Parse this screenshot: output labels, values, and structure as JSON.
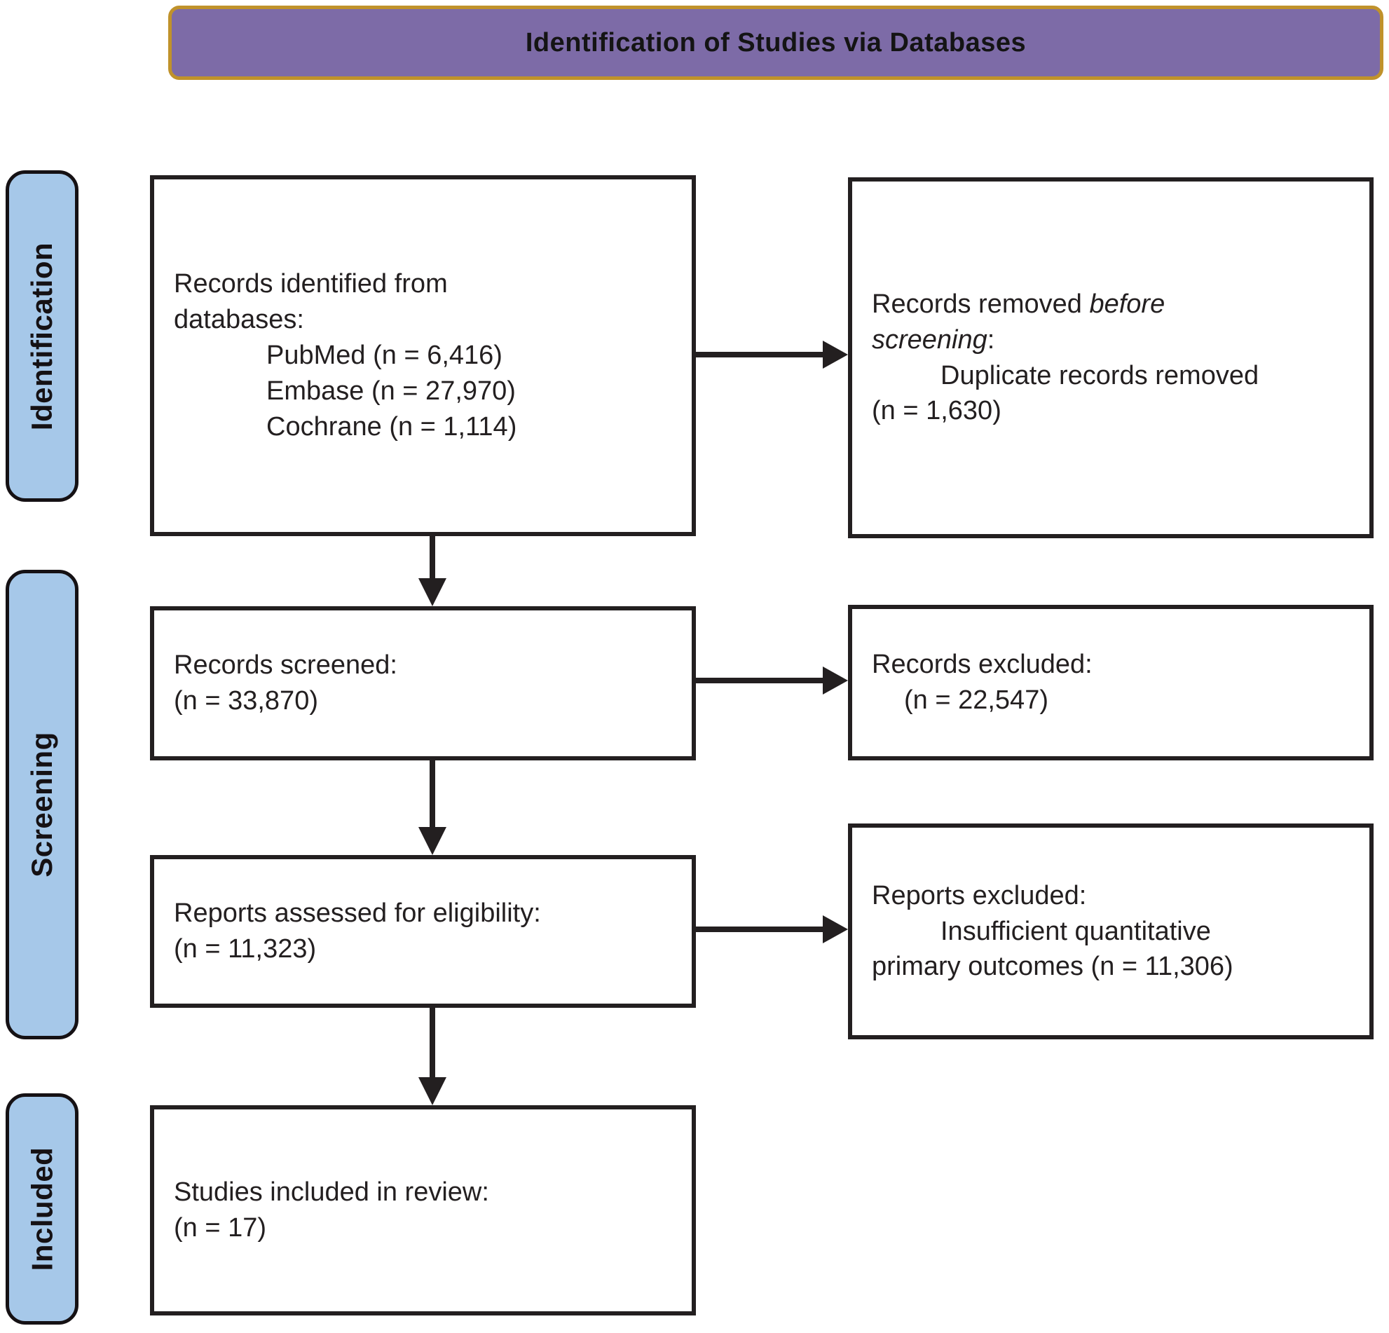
{
  "title": {
    "label": "Identification of Studies via Databases"
  },
  "colors": {
    "banner_fill": "#7d6ba7",
    "banner_border": "#c0922b",
    "stage_fill": "#a6c8e9",
    "ink": "#231f20"
  },
  "stages": [
    {
      "label": "Identification"
    },
    {
      "label": "Screening"
    },
    {
      "label": "Included"
    }
  ],
  "boxes": {
    "identified": {
      "lines": [
        "Records identified from",
        "databases:",
        "PubMed (n = 6,416)",
        "Embase (n = 27,970)",
        "Cochrane (n = 1,114)"
      ]
    },
    "removed": {
      "line1_prefix": "Records removed ",
      "line1_italic": "before",
      "line2_italic": "screening",
      "line2_suffix": ":",
      "line3": "Duplicate records removed",
      "line4": "(n = 1,630)"
    },
    "screened": {
      "lines": [
        "Records screened:",
        "(n = 33,870)"
      ]
    },
    "excluded": {
      "lines": [
        "Records excluded:",
        "(n = 22,547)"
      ]
    },
    "assessed": {
      "lines": [
        "Reports assessed for eligibility:",
        "(n = 11,323)"
      ]
    },
    "reports_excluded": {
      "lines": [
        "Reports excluded:",
        "Insufficient quantitative",
        "primary outcomes (n = 11,306)"
      ]
    },
    "included": {
      "lines": [
        "Studies included in review:",
        "(n = 17)"
      ]
    }
  }
}
